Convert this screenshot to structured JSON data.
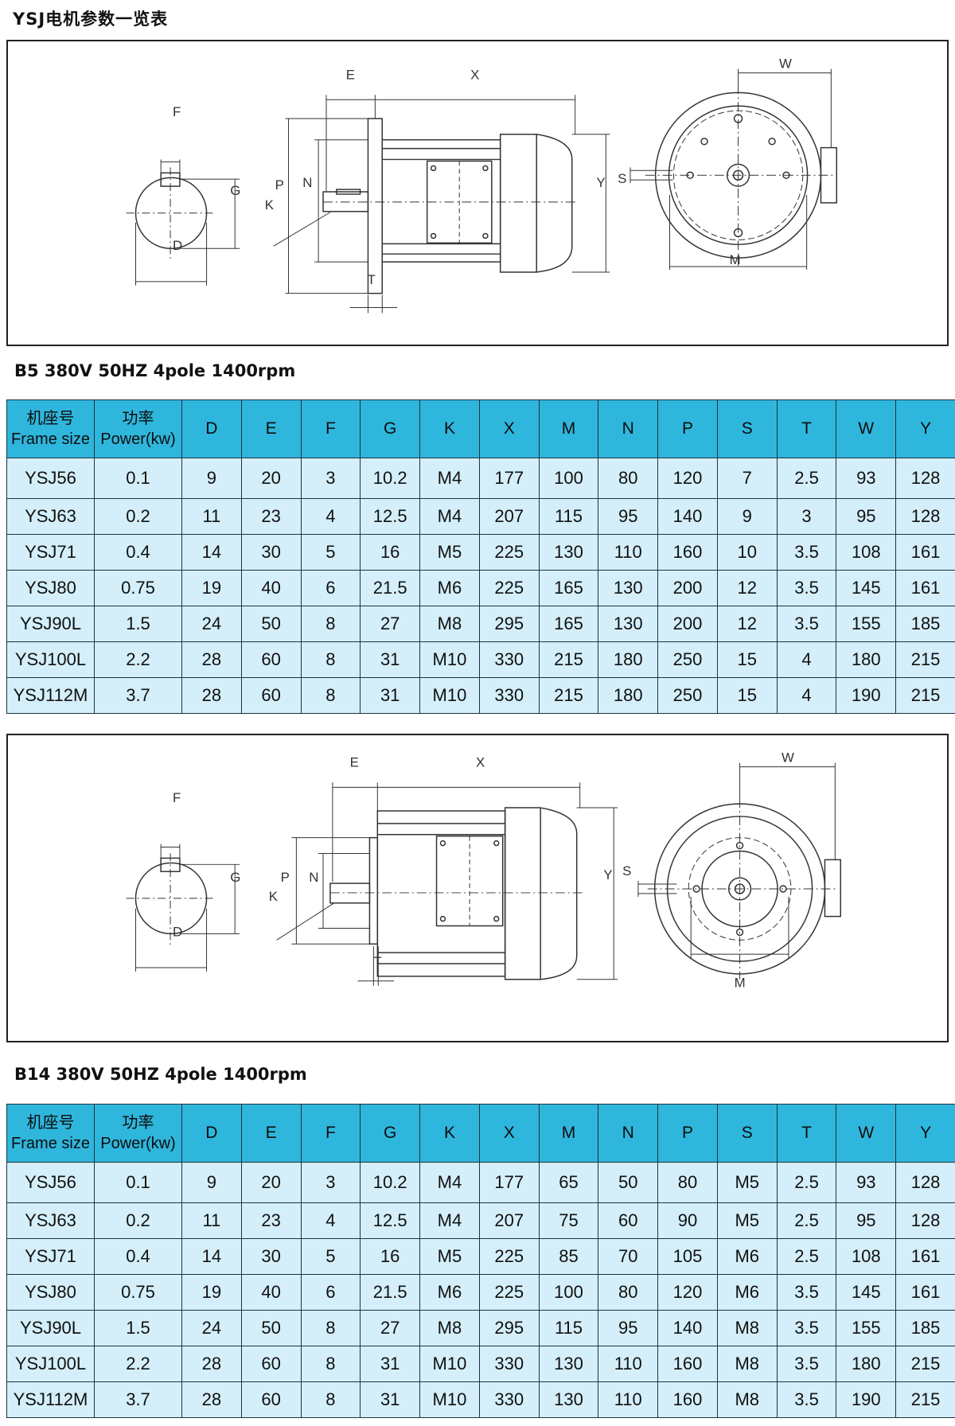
{
  "page_title": "YSJ电机参数一览表",
  "columns": [
    {
      "line1": "机座号",
      "line2": "Frame size"
    },
    {
      "line1": "功率",
      "line2": "Power(kw)"
    },
    {
      "line1": "D"
    },
    {
      "line1": "E"
    },
    {
      "line1": "F"
    },
    {
      "line1": "G"
    },
    {
      "line1": "K"
    },
    {
      "line1": "X"
    },
    {
      "line1": "M"
    },
    {
      "line1": "N"
    },
    {
      "line1": "P"
    },
    {
      "line1": "S"
    },
    {
      "line1": "T"
    },
    {
      "line1": "W"
    },
    {
      "line1": "Y"
    }
  ],
  "dimension_labels": {
    "E": "E",
    "X": "X",
    "W": "W",
    "F": "F",
    "G": "G",
    "D": "D",
    "P": "P",
    "N": "N",
    "K": "K",
    "T": "T",
    "Y": "Y",
    "S": "S",
    "M": "M"
  },
  "sections": [
    {
      "title": "B5  380V 50HZ 4pole 1400rpm",
      "rows": [
        [
          "YSJ56",
          "0.1",
          "9",
          "20",
          "3",
          "10.2",
          "M4",
          "177",
          "100",
          "80",
          "120",
          "7",
          "2.5",
          "93",
          "128"
        ],
        [
          "YSJ63",
          "0.2",
          "11",
          "23",
          "4",
          "12.5",
          "M4",
          "207",
          "115",
          "95",
          "140",
          "9",
          "3",
          "95",
          "128"
        ],
        [
          "YSJ71",
          "0.4",
          "14",
          "30",
          "5",
          "16",
          "M5",
          "225",
          "130",
          "110",
          "160",
          "10",
          "3.5",
          "108",
          "161"
        ],
        [
          "YSJ80",
          "0.75",
          "19",
          "40",
          "6",
          "21.5",
          "M6",
          "225",
          "165",
          "130",
          "200",
          "12",
          "3.5",
          "145",
          "161"
        ],
        [
          "YSJ90L",
          "1.5",
          "24",
          "50",
          "8",
          "27",
          "M8",
          "295",
          "165",
          "130",
          "200",
          "12",
          "3.5",
          "155",
          "185"
        ],
        [
          "YSJ100L",
          "2.2",
          "28",
          "60",
          "8",
          "31",
          "M10",
          "330",
          "215",
          "180",
          "250",
          "15",
          "4",
          "180",
          "215"
        ],
        [
          "YSJ112M",
          "3.7",
          "28",
          "60",
          "8",
          "31",
          "M10",
          "330",
          "215",
          "180",
          "250",
          "15",
          "4",
          "190",
          "215"
        ]
      ]
    },
    {
      "title": "B14  380V 50HZ 4pole 1400rpm",
      "rows": [
        [
          "YSJ56",
          "0.1",
          "9",
          "20",
          "3",
          "10.2",
          "M4",
          "177",
          "65",
          "50",
          "80",
          "M5",
          "2.5",
          "93",
          "128"
        ],
        [
          "YSJ63",
          "0.2",
          "11",
          "23",
          "4",
          "12.5",
          "M4",
          "207",
          "75",
          "60",
          "90",
          "M5",
          "2.5",
          "95",
          "128"
        ],
        [
          "YSJ71",
          "0.4",
          "14",
          "30",
          "5",
          "16",
          "M5",
          "225",
          "85",
          "70",
          "105",
          "M6",
          "2.5",
          "108",
          "161"
        ],
        [
          "YSJ80",
          "0.75",
          "19",
          "40",
          "6",
          "21.5",
          "M6",
          "225",
          "100",
          "80",
          "120",
          "M6",
          "3.5",
          "145",
          "161"
        ],
        [
          "YSJ90L",
          "1.5",
          "24",
          "50",
          "8",
          "27",
          "M8",
          "295",
          "115",
          "95",
          "140",
          "M8",
          "3.5",
          "155",
          "185"
        ],
        [
          "YSJ100L",
          "2.2",
          "28",
          "60",
          "8",
          "31",
          "M10",
          "330",
          "130",
          "110",
          "160",
          "M8",
          "3.5",
          "180",
          "215"
        ],
        [
          "YSJ112M",
          "3.7",
          "28",
          "60",
          "8",
          "31",
          "M10",
          "330",
          "130",
          "110",
          "160",
          "M8",
          "3.5",
          "190",
          "215"
        ]
      ]
    }
  ]
}
